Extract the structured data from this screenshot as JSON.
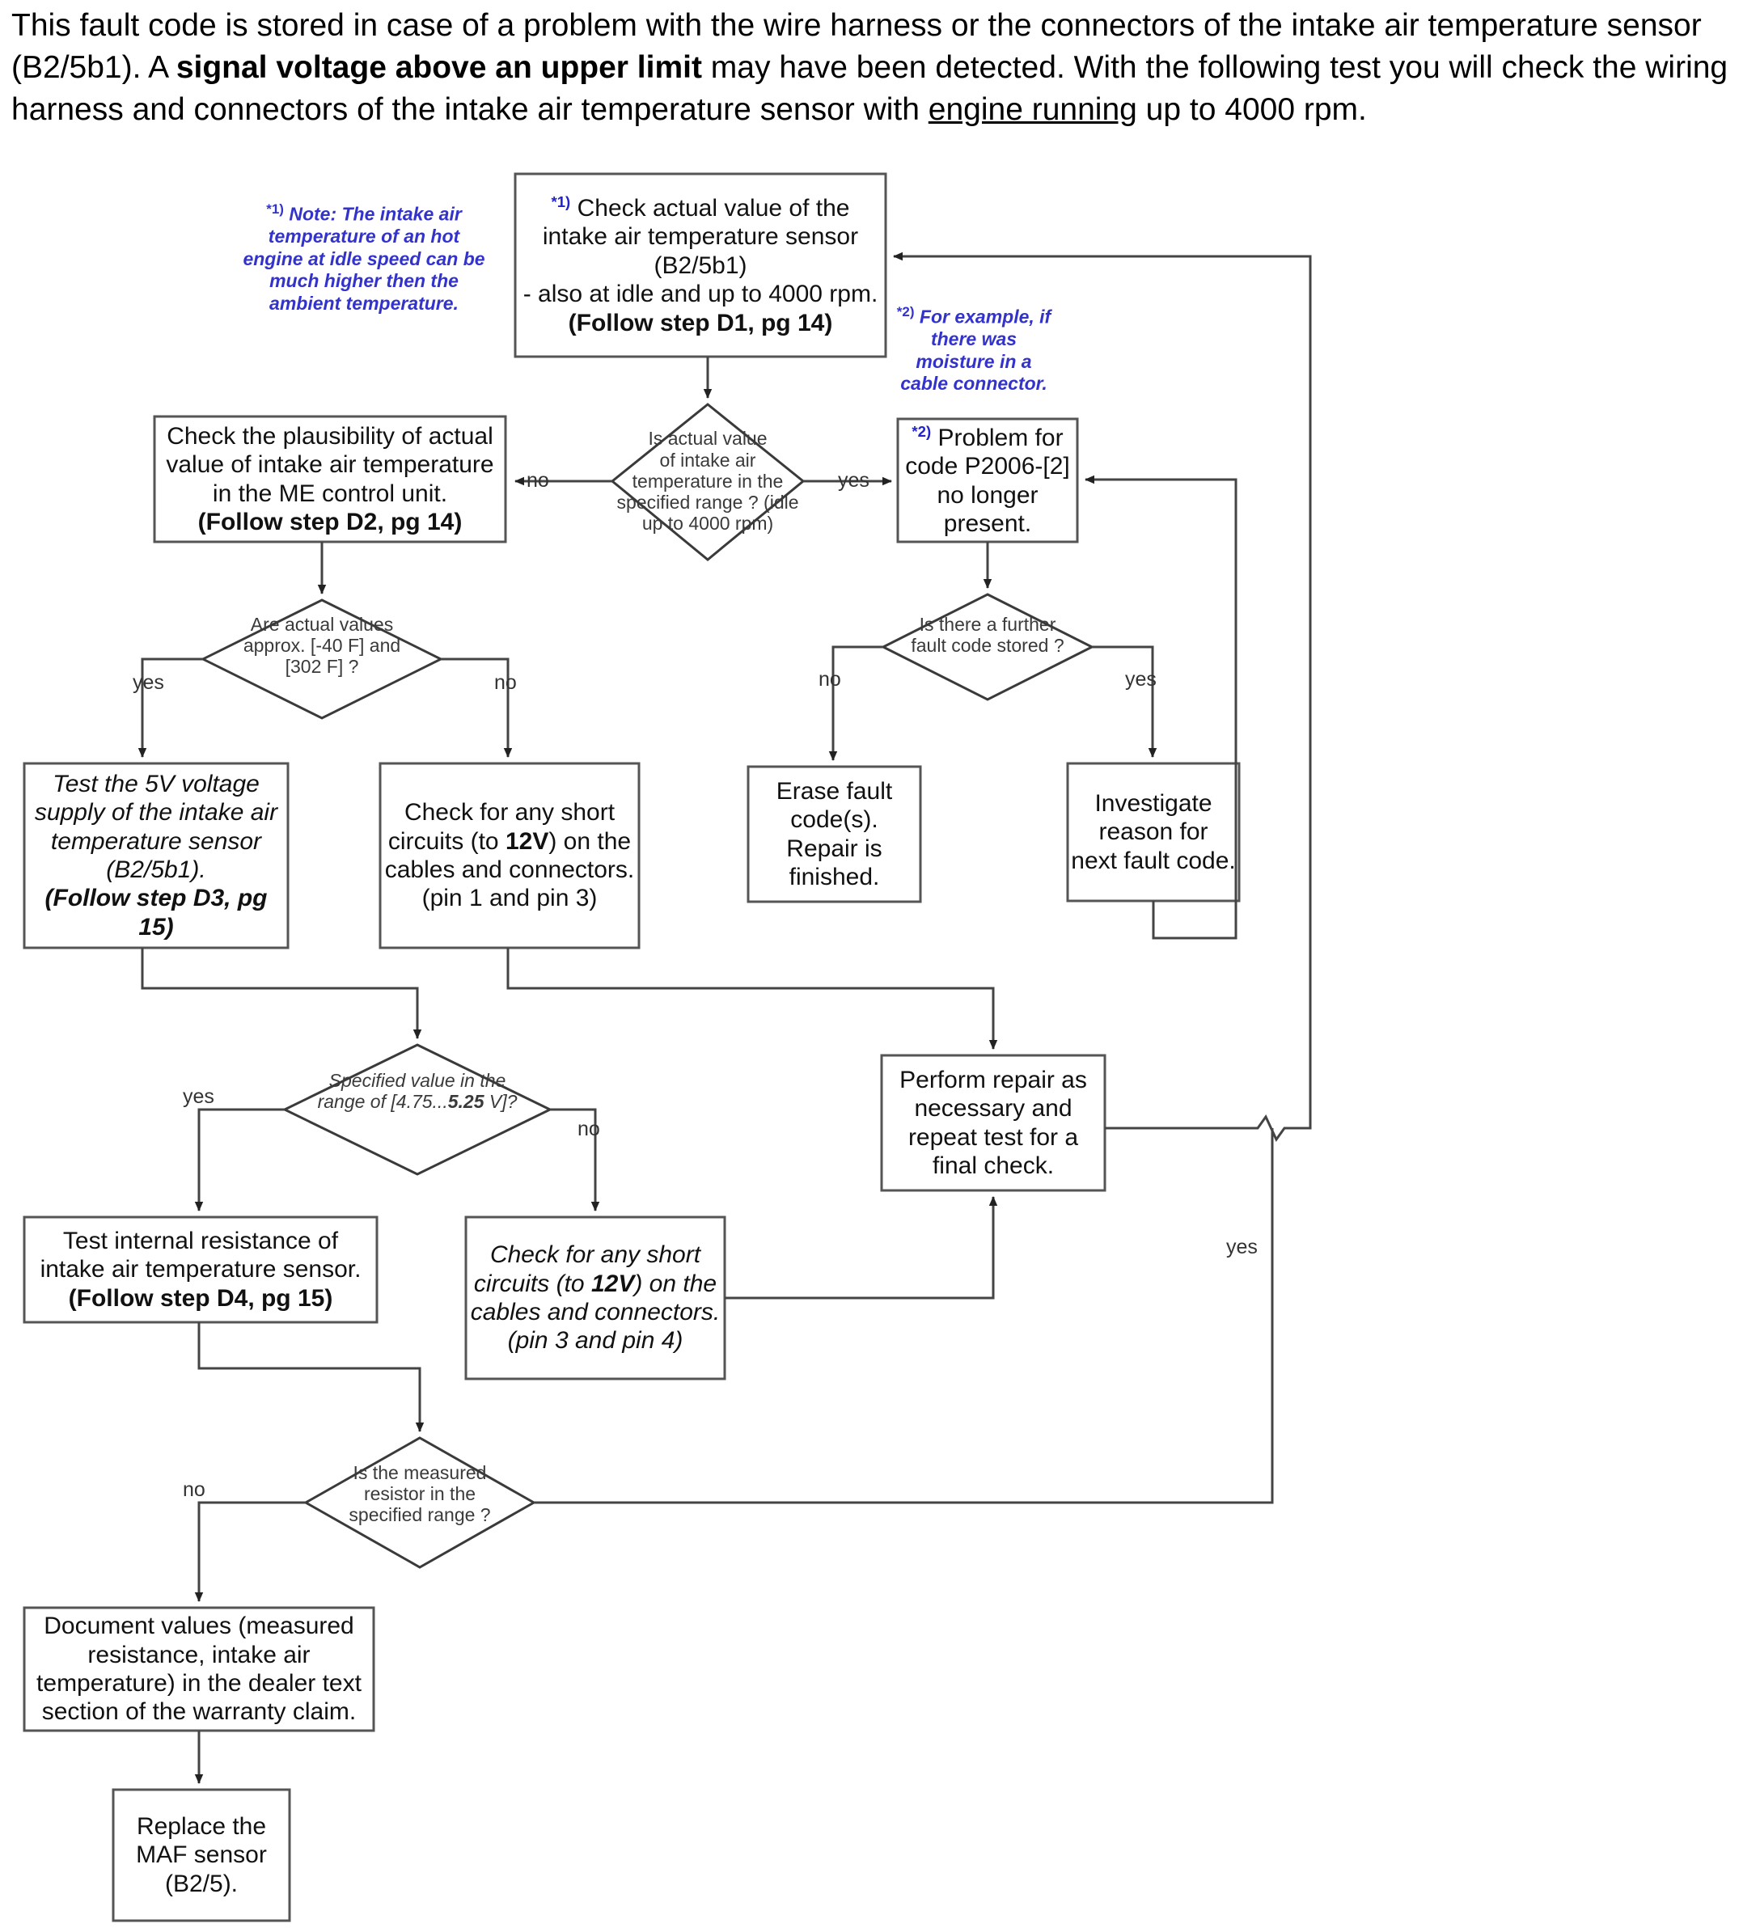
{
  "intro": {
    "part1": "This fault code is stored in case of a problem with the wire harness or the connectors of the intake air temperature sensor (B2/5b1). A ",
    "bold1": "signal voltage above an upper limit",
    "part2": " may have been detected. With the following test you will check the wiring harness and connectors of the intake air temperature sensor with ",
    "underline1": "engine running",
    "part3": " up to 4000 rpm."
  },
  "notes": {
    "note1": {
      "marker": "*1)",
      "text": "Note: The intake air temperature of an hot engine at idle speed can be much higher then the ambient temperature."
    },
    "note2": {
      "marker": "*2)",
      "text": "For example, if there was moisture in a cable connector."
    }
  },
  "nodes": {
    "check_actual_value": {
      "marker": "*1)",
      "line1": "Check actual value of the",
      "line2": "intake air temperature sensor",
      "line3": "(B2/5b1)",
      "line4": "- also at idle and up to 4000 rpm.",
      "line5": "(Follow step D1, pg 14)"
    },
    "plausibility": {
      "line1": "Check the plausibility of actual",
      "line2": "value of intake air temperature",
      "line3": "in the ME control unit.",
      "line4": "(Follow step D2, pg 14)"
    },
    "problem_p2006": {
      "marker": "*2)",
      "line1": "Problem for",
      "line2": "code P2006-[2]",
      "line3": "no longer",
      "line4": "present."
    },
    "test_5v": {
      "line1": "Test the 5V voltage",
      "line2": "supply of the intake air",
      "line3": "temperature sensor",
      "line4": "(B2/5b1).",
      "line5": "(Follow step D3, pg",
      "line6": "15)"
    },
    "short_pin1_3": {
      "line1": "Check for any short",
      "line2a": "circuits (to ",
      "line2b": "12V",
      "line2c": ") on the",
      "line3": "cables and connectors.",
      "line4": "(pin 1 and pin 3)"
    },
    "erase_fault": {
      "line1": "Erase fault",
      "line2": "code(s).",
      "line3": "Repair is",
      "line4": "finished."
    },
    "investigate": {
      "line1": "Investigate",
      "line2": "reason for",
      "line3": "next fault code."
    },
    "perform_repair": {
      "line1": "Perform repair as",
      "line2": "necessary and",
      "line3": "repeat test  for a",
      "line4": "final check."
    },
    "test_resistance": {
      "line1": "Test internal resistance of",
      "line2": "intake air temperature sensor.",
      "line3": "(Follow step D4, pg 15)"
    },
    "short_pin3_4": {
      "line1": "Check for any short",
      "line2a": "circuits (to ",
      "line2b": "12V",
      "line2c": ") on the",
      "line3": "cables and connectors.",
      "line4": "(pin 3 and pin 4)"
    },
    "document_values": {
      "line1": "Document values (measured",
      "line2": "resistance, intake air",
      "line3": "temperature) in the dealer text",
      "line4": "section of the warranty claim."
    },
    "replace_maf": {
      "line1": "Replace the",
      "line2": "MAF sensor",
      "line3": "(B2/5)."
    }
  },
  "decisions": {
    "actual_value_in_range": {
      "line1": "Is actual value",
      "line2": "of intake air",
      "line3": "temperature in the",
      "line4": "specified range ? (idle",
      "line5": "up to 4000 rpm)"
    },
    "approx_values": {
      "line1": "Are actual values",
      "line2": "approx. [-40 F] and",
      "line3": "[302 F] ?"
    },
    "further_fault_code": {
      "line1": "Is there a further",
      "line2": "fault code stored ?"
    },
    "specified_value_range": {
      "line1": "Specified value in the",
      "line2a": "range of [4.75...",
      "line2b": "5.25",
      "line2c": " V]?"
    },
    "measured_resistor": {
      "line1": "Is the measured",
      "line2": "resistor in the",
      "line3": "specified range ?"
    }
  },
  "edge_labels": {
    "no_1": "no",
    "yes_1": "yes",
    "yes_2": "yes",
    "no_2": "no",
    "no_3": "no",
    "yes_3": "yes",
    "yes_4": "yes",
    "no_4": "no",
    "no_5": "no",
    "yes_loop": "yes"
  },
  "colors": {
    "note_blue": "#3333cc",
    "line": "#555555",
    "text": "#111111"
  }
}
